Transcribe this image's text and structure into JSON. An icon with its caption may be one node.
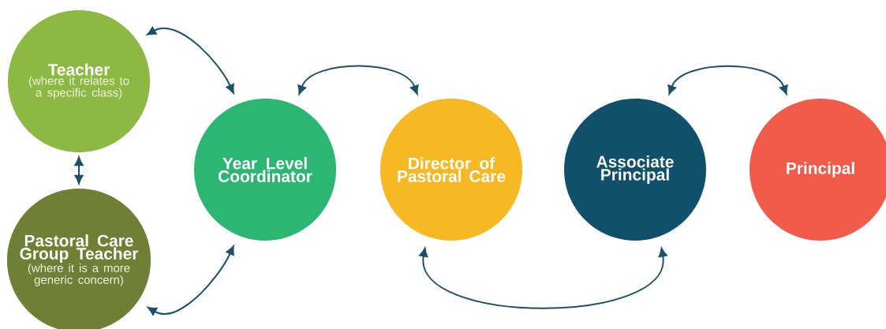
{
  "diagram": {
    "nodes": [
      {
        "text": [
          "Teacher",
          "(where it relates to a specific class)"
        ]
      },
      {
        "text": [
          "Pastoral Care Group Teacher",
          "(where it is a more generic concern)"
        ]
      },
      {
        "text": [
          "Year Level Coordinator"
        ]
      },
      {
        "text": [
          "Director of Pastoral Care"
        ]
      },
      {
        "text": [
          "Associate Principal"
        ]
      },
      {
        "text": [
          "Principal"
        ]
      }
    ],
    "edges": [
      {
        "from": 0,
        "to": 2,
        "arrow": "both"
      },
      {
        "from": 0,
        "to": 1,
        "arrow": "both"
      },
      {
        "from": 1,
        "to": 2,
        "arrow": "both"
      },
      {
        "from": 2,
        "to": 3,
        "arrow": "both"
      },
      {
        "from": 3,
        "to": 4,
        "arrow": "both"
      },
      {
        "from": 4,
        "to": 5,
        "arrow": "both"
      }
    ]
  }
}
